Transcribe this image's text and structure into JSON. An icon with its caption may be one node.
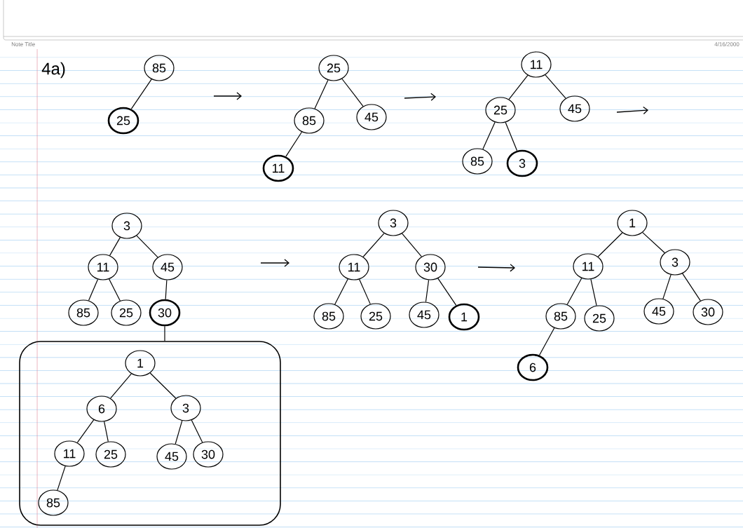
{
  "diagram": {
    "nodes": [
      {
        "text": [
          "85"
        ]
      },
      {
        "text": [
          "25"
        ]
      },
      {
        "text": [
          "25"
        ]
      },
      {
        "text": [
          "85"
        ]
      },
      {
        "text": [
          "45"
        ]
      },
      {
        "text": [
          "11"
        ]
      },
      {
        "text": [
          "11"
        ]
      },
      {
        "text": [
          "25"
        ]
      },
      {
        "text": [
          "45"
        ]
      },
      {
        "text": [
          "85"
        ]
      },
      {
        "text": [
          "3"
        ]
      },
      {
        "text": [
          "3"
        ]
      },
      {
        "text": [
          "11"
        ]
      },
      {
        "text": [
          "45"
        ]
      },
      {
        "text": [
          "85"
        ]
      },
      {
        "text": [
          "25"
        ]
      },
      {
        "text": [
          "30"
        ]
      },
      {
        "text": [
          "3"
        ]
      },
      {
        "text": [
          "11"
        ]
      },
      {
        "text": [
          "30"
        ]
      },
      {
        "text": [
          "85"
        ]
      },
      {
        "text": [
          "25"
        ]
      },
      {
        "text": [
          "45"
        ]
      },
      {
        "text": [
          "1"
        ]
      },
      {
        "text": [
          "1"
        ]
      },
      {
        "text": [
          "11"
        ]
      },
      {
        "text": [
          "3"
        ]
      },
      {
        "text": [
          "85"
        ]
      },
      {
        "text": [
          "25"
        ]
      },
      {
        "text": [
          "45"
        ]
      },
      {
        "text": [
          "30"
        ]
      },
      {
        "text": [
          "6"
        ]
      },
      {
        "text": [],
        "shape": "box"
      },
      {
        "text": [
          "1"
        ],
        "in": 32
      },
      {
        "text": [
          "6"
        ],
        "in": 32
      },
      {
        "text": [
          "3"
        ],
        "in": 32
      },
      {
        "text": [
          "11"
        ],
        "in": 32
      },
      {
        "text": [
          "25"
        ],
        "in": 32
      },
      {
        "text": [
          "45"
        ],
        "in": 32
      },
      {
        "text": [
          "30"
        ],
        "in": 32
      },
      {
        "text": [
          "85"
        ],
        "in": 32
      }
    ],
    "edges": [
      {
        "from": 0,
        "to": 1,
        "arrow": "none"
      },
      {
        "from": 2,
        "to": 3,
        "arrow": "none"
      },
      {
        "from": 2,
        "to": 4,
        "arrow": "none"
      },
      {
        "from": 3,
        "to": 5,
        "arrow": "none"
      },
      {
        "from": 6,
        "to": 7,
        "arrow": "none"
      },
      {
        "from": 6,
        "to": 8,
        "arrow": "none"
      },
      {
        "from": 7,
        "to": 9,
        "arrow": "none"
      },
      {
        "from": 7,
        "to": 10,
        "arrow": "none"
      },
      {
        "from": 11,
        "to": 12,
        "arrow": "none"
      },
      {
        "from": 11,
        "to": 13,
        "arrow": "none"
      },
      {
        "from": 12,
        "to": 14,
        "arrow": "none"
      },
      {
        "from": 12,
        "to": 15,
        "arrow": "none"
      },
      {
        "from": 13,
        "to": 16,
        "arrow": "none"
      },
      {
        "from": 17,
        "to": 18,
        "arrow": "none"
      },
      {
        "from": 17,
        "to": 19,
        "arrow": "none"
      },
      {
        "from": 18,
        "to": 20,
        "arrow": "none"
      },
      {
        "from": 18,
        "to": 21,
        "arrow": "none"
      },
      {
        "from": 19,
        "to": 22,
        "arrow": "none"
      },
      {
        "from": 19,
        "to": 23,
        "arrow": "none"
      },
      {
        "from": 24,
        "to": 25,
        "arrow": "none"
      },
      {
        "from": 24,
        "to": 26,
        "arrow": "none"
      },
      {
        "from": 25,
        "to": 27,
        "arrow": "none"
      },
      {
        "from": 25,
        "to": 28,
        "arrow": "none"
      },
      {
        "from": 26,
        "to": 29,
        "arrow": "none"
      },
      {
        "from": 26,
        "to": 30,
        "arrow": "none"
      },
      {
        "from": 27,
        "to": 31,
        "arrow": "none"
      },
      {
        "from": 16,
        "to": 32,
        "arrow": "none"
      },
      {
        "from": 33,
        "to": 34,
        "arrow": "none"
      },
      {
        "from": 33,
        "to": 35,
        "arrow": "none"
      },
      {
        "from": 34,
        "to": 36,
        "arrow": "none"
      },
      {
        "from": 34,
        "to": 37,
        "arrow": "none"
      },
      {
        "from": 35,
        "to": 38,
        "arrow": "none"
      },
      {
        "from": 35,
        "to": 39,
        "arrow": "none"
      },
      {
        "from": 36,
        "to": 40,
        "arrow": "none"
      }
    ],
    "labels": [
      "Note Title",
      "4/16/2000",
      "4a)"
    ]
  }
}
